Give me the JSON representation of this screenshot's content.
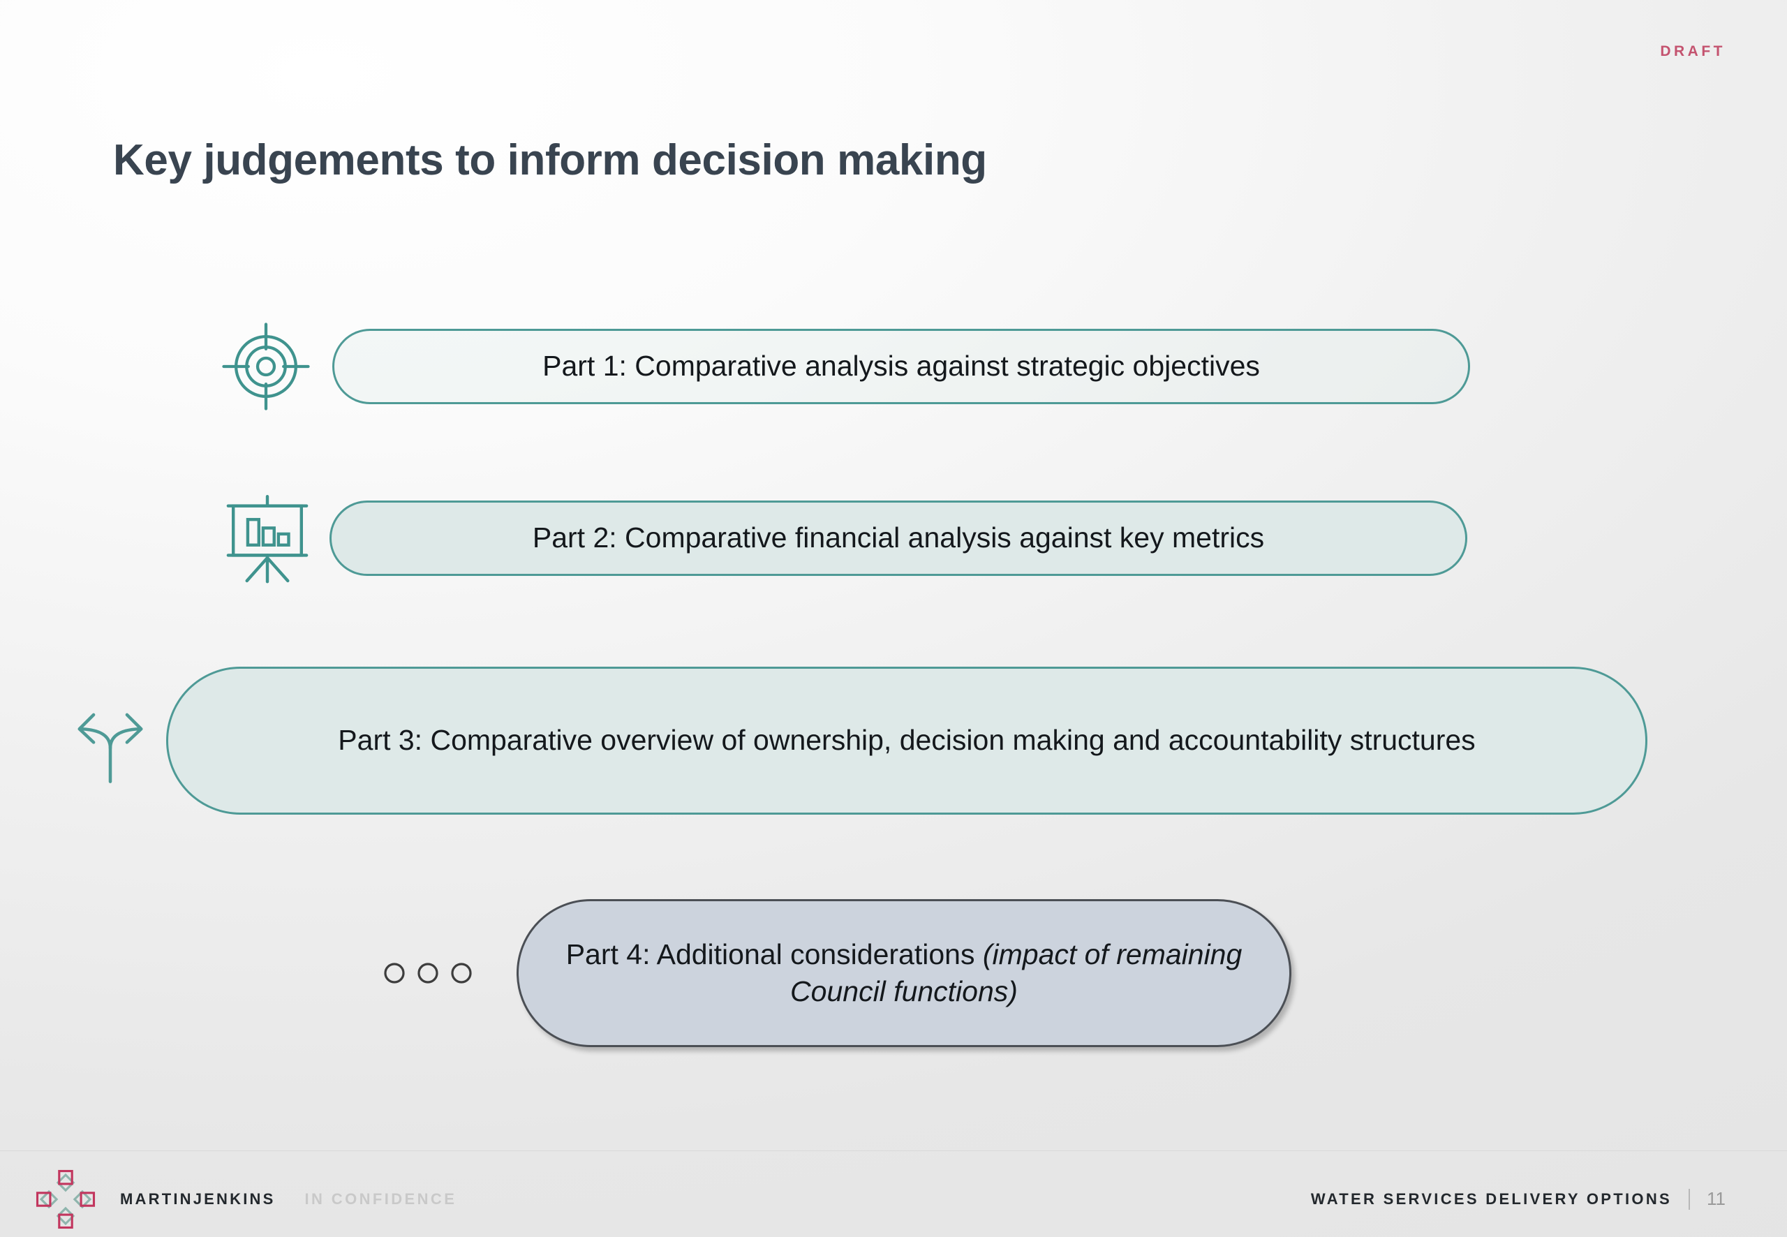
{
  "header": {
    "draft_label": "DRAFT",
    "title": "Key judgements to inform decision making"
  },
  "items": [
    {
      "icon": "target-crosshair-icon",
      "label": "Part 1: Comparative analysis against strategic objectives",
      "fill_color": "#dfeae9",
      "border_color": "#4e9a96"
    },
    {
      "icon": "presentation-chart-icon",
      "label": "Part 2: Comparative financial analysis against key metrics",
      "fill_color": "#dee9e8",
      "border_color": "#4e9a96"
    },
    {
      "icon": "fork-branching-arrows-icon",
      "label": "Part 3: Comparative overview of ownership, decision making and accountability structures",
      "fill_color": "#dee9e8",
      "border_color": "#4e9a96"
    },
    {
      "icon": "three-dots-icon",
      "label_plain": "Part 4: Additional considerations ",
      "label_italic": "(impact of remaining Council functions)",
      "fill_color": "#ccd3dd",
      "border_color": "#4b4f55"
    }
  ],
  "footer": {
    "brand_name": "MARTINJENKINS",
    "confidentiality": "IN CONFIDENCE",
    "deck_name": "WATER SERVICES DELIVERY OPTIONS",
    "page_number": "11"
  },
  "theme": {
    "accent_teal": "#4e9a96",
    "title_color": "#394450",
    "draft_color": "#c4536f",
    "logo_crimson": "#c2365e",
    "logo_teal": "#8fb5ad"
  }
}
